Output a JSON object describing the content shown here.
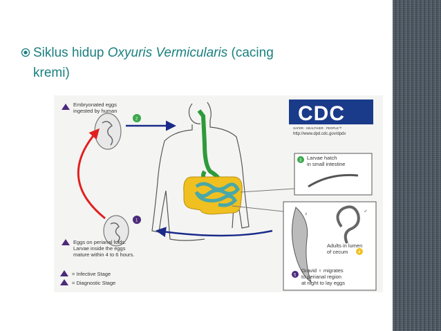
{
  "slide": {
    "bullet_icon": "radio-bullet-icon",
    "title_prefix": "Siklus hidup ",
    "title_species": "Oxyuris Vermicularis",
    "title_suffix": " (cacing",
    "title_line2": "kremi)"
  },
  "diagram": {
    "logo_text": "CDC",
    "logo_tagline": "SAFER · HEALTHIER · PEOPLE™",
    "url": "http://www.dpd.cdc.gov/dpdx",
    "step1_label_a": "Embryonated eggs",
    "step1_label_b": "ingested by human",
    "step1_num": "2",
    "step3_num": "3",
    "step3_label_a": "Larvae hatch",
    "step3_label_b": "in small intestine",
    "step4_num": "4",
    "step4_label_a": "Adults in lumen",
    "step4_label_b": "of cecum",
    "female_symbol": "♀",
    "male_symbol": "♂",
    "step5_num": "5",
    "step5_label_a": "Gravid ♀ migrates",
    "step5_label_b": "to perianal region",
    "step5_label_c": "at night to lay eggs",
    "step1b_num": "1",
    "stepd_label_a": "Eggs on perianal folds.",
    "stepd_label_b": "Larvae inside the eggs",
    "stepd_label_c": "mature within 4 to 6 hours.",
    "legend_infective": "= Infective Stage",
    "legend_diagnostic": "= Diagnostic Stage",
    "colors": {
      "title": "#1a7f7f",
      "arrow_blue": "#1a2a8a",
      "arrow_red": "#e02020",
      "intestine_green": "#2e9a3a",
      "intestine_yellow": "#f0c020",
      "intestine_teal": "#4aa8a8",
      "badge_green": "#3aa84a",
      "badge_purple": "#4b2a7a"
    }
  }
}
